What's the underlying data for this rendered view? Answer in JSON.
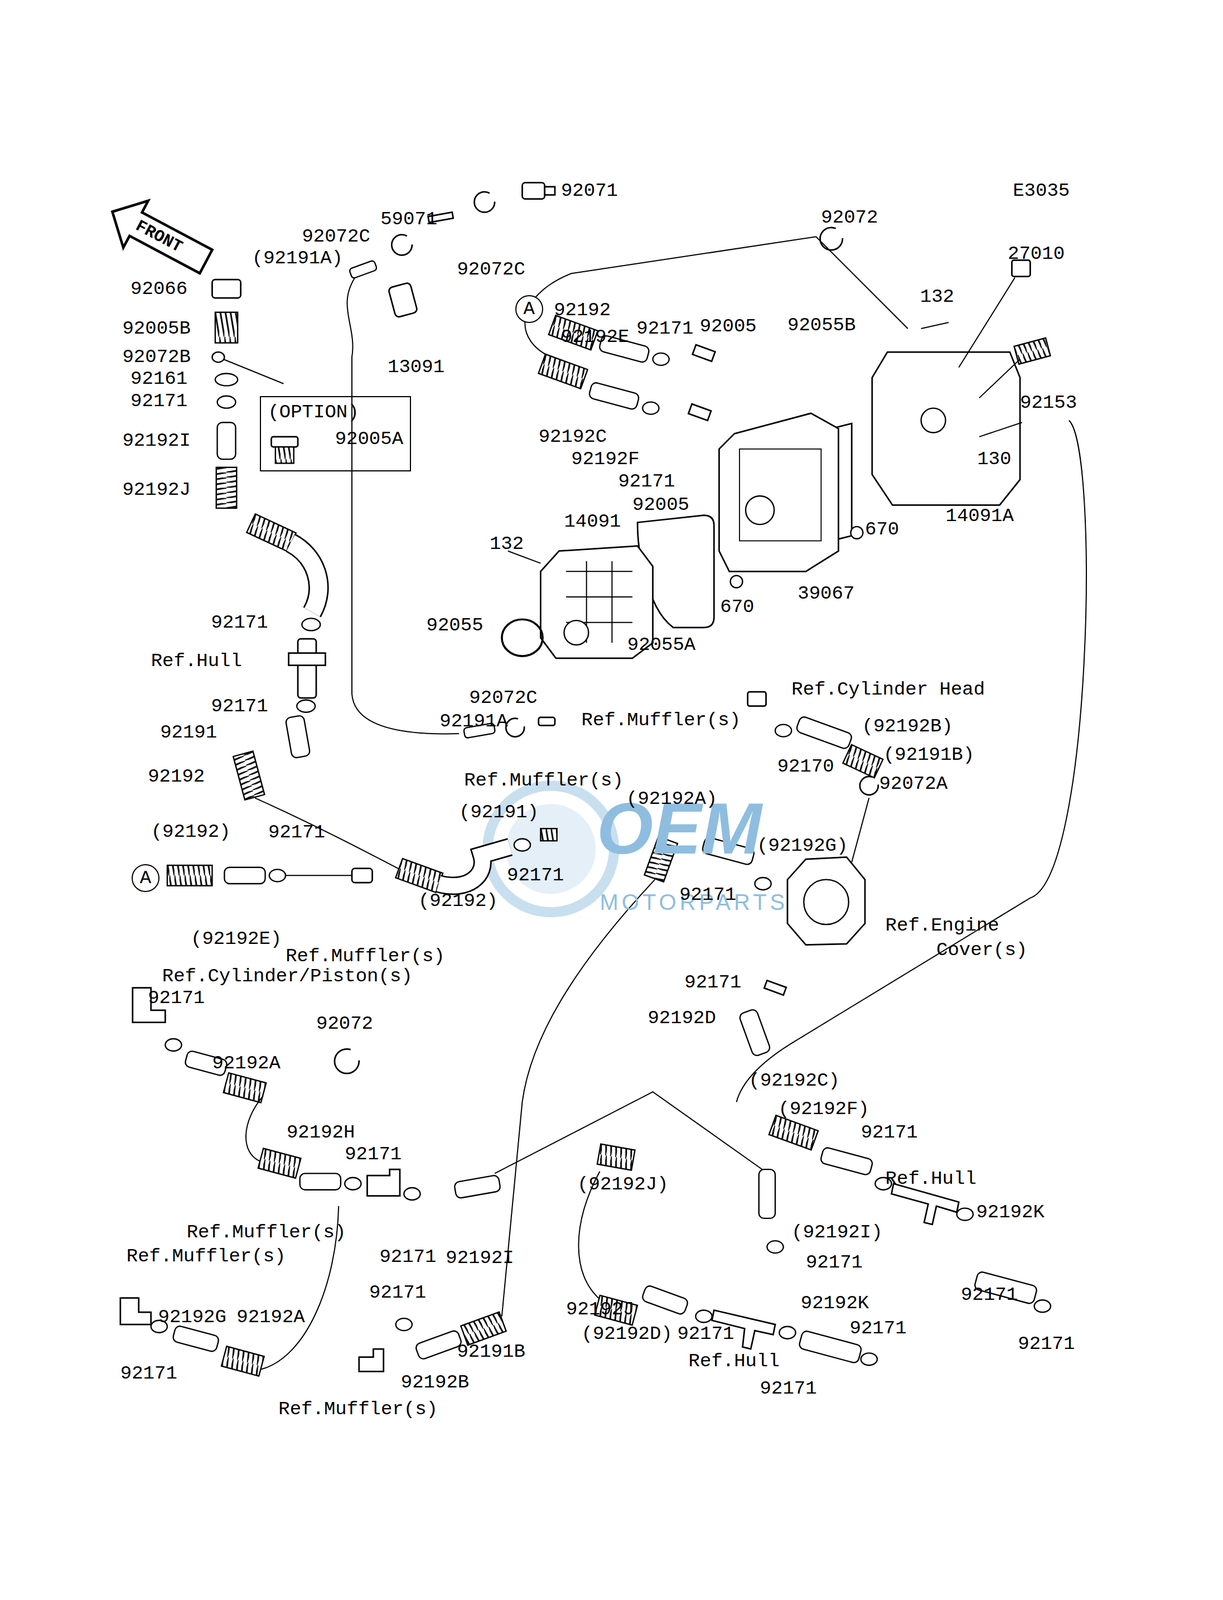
{
  "diagram": {
    "nodes": [
      {
        "text": [
          "FRONT"
        ]
      },
      {
        "text": [
          "(OPTION)",
          "92005A"
        ]
      },
      {
        "text": [
          "A"
        ]
      },
      {
        "text": [
          "A"
        ]
      }
    ],
    "labels": [
      "E3035",
      "92071",
      "59071",
      "92072C",
      "(92191A)",
      "92072C",
      "92072",
      "27010",
      "132",
      "92153",
      "130",
      "14091A",
      "92066",
      "92005B",
      "92072B",
      "92161",
      "92171",
      "92192I",
      "92192J",
      "13091",
      "92192",
      "92192E",
      "92171",
      "92005",
      "92055B",
      "92192C",
      "92192F",
      "92171",
      "92005",
      "670",
      "39067",
      "670",
      "14091",
      "132",
      "92055",
      "92055A",
      "92171",
      "Ref.Hull",
      "92171",
      "92191",
      "92192",
      "92072C",
      "92191A",
      "Ref.Muffler(s)",
      "Ref.Cylinder Head",
      "(92192B)",
      "(92191B)",
      "92170",
      "92072A",
      "Ref.Muffler(s)",
      "(92192A)",
      "(92191)",
      "(92192G)",
      "(92192)",
      "92171",
      "(92192)",
      "92171",
      "92171",
      "(92192E)",
      "Ref.Muffler(s)",
      "Ref.Cylinder/Piston(s)",
      "92171",
      "Ref.Engine",
      "Cover(s)",
      "92171",
      "92192D",
      "92072",
      "92192A",
      "(92192C)",
      "(92192F)",
      "92171",
      "92192H",
      "92171",
      "Ref.Hull",
      "(92192J)",
      "92192K",
      "(92192I)",
      "Ref.Muffler(s)",
      "92171",
      "92192I",
      "92171",
      "Ref.Muffler(s)",
      "92192G",
      "92192A",
      "92171",
      "92191B",
      "92192B",
      "92192J",
      "(92192D)",
      "92171",
      "Ref.Hull",
      "92192K",
      "92171",
      "92171",
      "92171",
      "92171",
      "92171",
      "Ref.Muffler(s)",
      "OEM",
      "MOTORPARTS"
    ]
  }
}
